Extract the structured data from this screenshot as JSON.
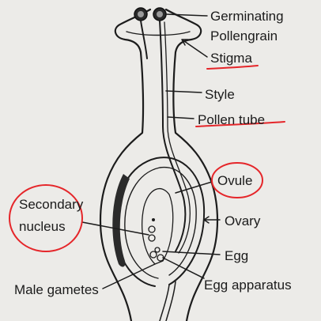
{
  "labels": {
    "germinating": "Germinating",
    "pollengrain": "Pollengrain",
    "stigma": "Stigma",
    "style": "Style",
    "pollen_tube": "Pollen tube",
    "ovule": "Ovule",
    "ovary": "Ovary",
    "secondary": "Secondary",
    "nucleus": "nucleus",
    "egg": "Egg",
    "male_gametes": "Male gametes",
    "egg_apparatus": "Egg apparatus"
  },
  "colors": {
    "ink": "#1c1c1c",
    "annotation_red": "#e5262a",
    "paper": "#ecebe8"
  }
}
